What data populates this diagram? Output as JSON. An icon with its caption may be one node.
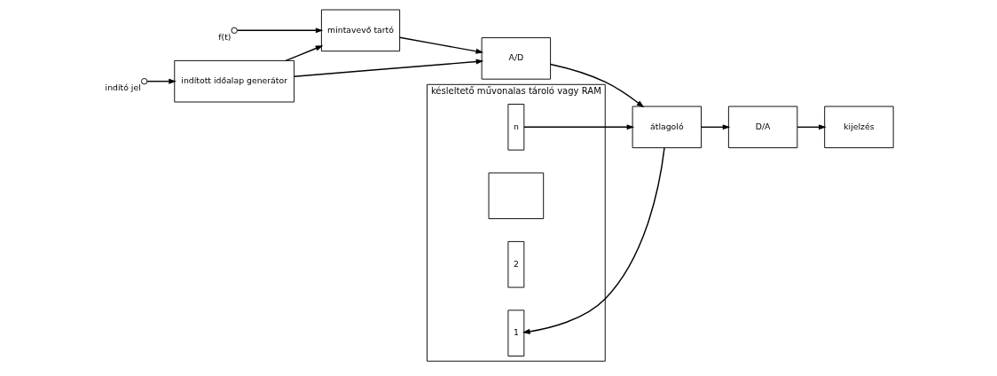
{
  "diagram": {
    "nodes": [
      {
        "text": [],
        "shape": "circle",
        "beside": [
          "indító jel"
        ]
      },
      {
        "text": [
          "indított időalap generátor"
        ]
      },
      {
        "text": [
          "késleltető művonalas tároló vagy RAM"
        ]
      },
      {
        "text": [
          "n"
        ],
        "in": 2
      },
      {
        "text": [],
        "shape": "box",
        "in": 2
      },
      {
        "text": [
          "2"
        ],
        "in": 2
      },
      {
        "text": [
          "1"
        ],
        "in": 2
      },
      {
        "text": [
          "kijelzés"
        ]
      },
      {
        "text": [],
        "shape": "circle",
        "beside": [
          "f(t)"
        ]
      },
      {
        "text": [
          "mintavevő tartó"
        ]
      },
      {
        "text": [
          "A/D"
        ]
      },
      {
        "text": [
          "átlagoló"
        ]
      },
      {
        "text": [
          "D/A"
        ]
      }
    ],
    "edges": [
      {
        "from": 0,
        "to": 1,
        "arrow": "to"
      },
      {
        "from": 1,
        "to": 9,
        "arrow": "to"
      },
      {
        "from": 1,
        "to": 10,
        "arrow": "to"
      },
      {
        "from": 8,
        "to": 9,
        "arrow": "to"
      },
      {
        "from": 9,
        "to": 10,
        "arrow": "to"
      },
      {
        "from": 10,
        "to": 11,
        "arrow": "to"
      },
      {
        "from": 3,
        "to": 11,
        "arrow": "to"
      },
      {
        "from": 11,
        "to": 6,
        "arrow": "to"
      },
      {
        "from": 11,
        "to": 12,
        "arrow": "to"
      },
      {
        "from": 12,
        "to": 7,
        "arrow": "to"
      }
    ]
  }
}
